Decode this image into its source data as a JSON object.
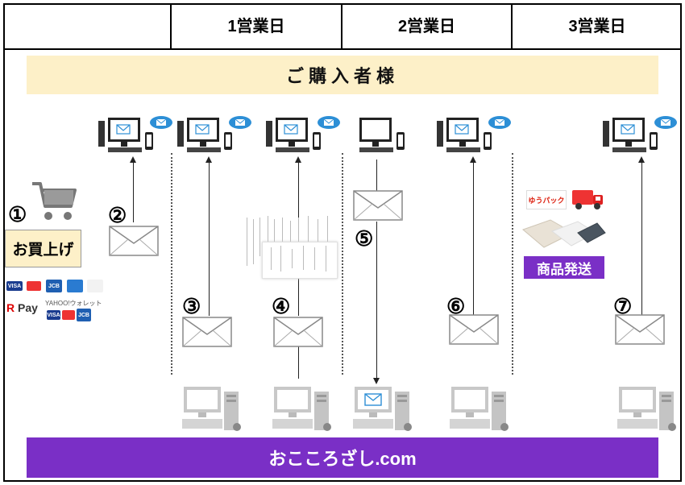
{
  "header": {
    "day1": "1営業日",
    "day2": "2営業日",
    "day3": "3営業日"
  },
  "customer_band": "ご購入者様",
  "site_band": "おこころざし.com",
  "purchase_label": "お買上げ",
  "shipping_label": "商品発送",
  "steps": [
    "①",
    "②",
    "③",
    "④",
    "⑤",
    "⑥",
    "⑦"
  ],
  "payment": {
    "cards": [
      "VISA",
      "MC",
      "JCB",
      "AMEX",
      "Diners"
    ],
    "rpay": "R Pay",
    "yahoo": "YAHOO!",
    "yahoo_sub": "ウォレット",
    "yahoo_cards": [
      "VISA",
      "MC",
      "JCB"
    ]
  },
  "yupack": "ゆうパック",
  "colors": {
    "accent_purple": "#7a2fc6",
    "band_cream": "#fdf0c8",
    "mail_badge": "#2d8fd6"
  },
  "icons": [
    "cart-icon",
    "pc-icon",
    "mail-badge-icon",
    "envelope-icon",
    "server-icon",
    "smartphone-icon",
    "truck-icon",
    "document-icon"
  ]
}
